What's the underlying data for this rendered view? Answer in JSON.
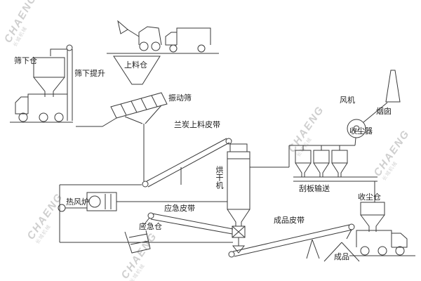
{
  "watermark": {
    "brand": "CHAENG",
    "sub": "长城机械"
  },
  "labels": {
    "under_screen_bin": "筛下仓",
    "under_screen_elevator": "筛下提升",
    "feed_bin": "上料仓",
    "vibrating_screen": "振动筛",
    "coal_feed_belt": "兰炭上料皮带",
    "fan": "风机",
    "chimney": "烟囱",
    "dust_collector": "收尘器",
    "dryer": "烘干机",
    "scraper_conveyor": "刮板输送",
    "dust_bin": "收尘仓",
    "hot_air_furnace": "热风炉",
    "emergency_belt": "应急皮带",
    "emergency_bin": "应急仓",
    "product_belt": "成品皮带",
    "product": "成品"
  }
}
